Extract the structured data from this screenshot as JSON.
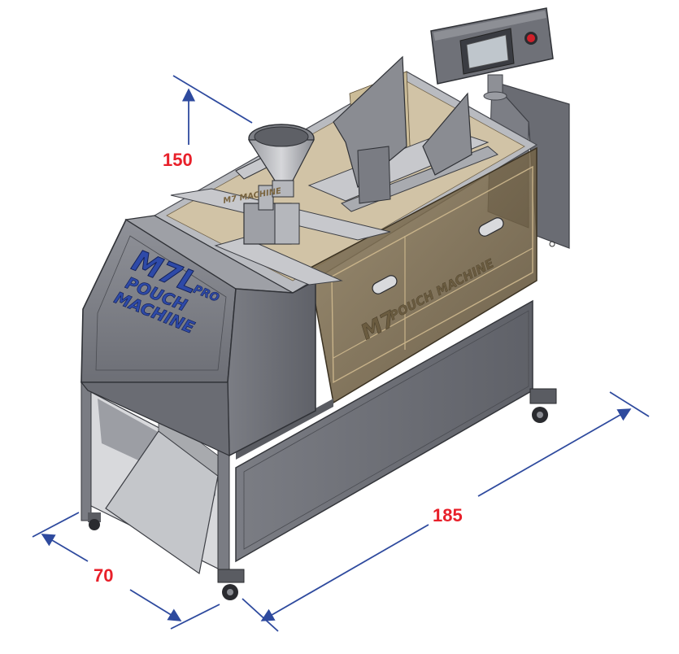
{
  "dimensions": {
    "height": "150",
    "length": "185",
    "depth": "70"
  },
  "branding": {
    "front_logo": "M7L",
    "front_logo_suffix": "PRO",
    "front_logo_line2": "POUCH",
    "front_logo_line3": "MACHINE",
    "window_logo": "M7",
    "window_logo_text": "POUCH MACHINE",
    "hopper_plate_text": "M7 MACHINE"
  },
  "colors": {
    "dimension_line": "#2e4a9e",
    "dimension_label": "#e8202a",
    "logo": "#2e4aa8",
    "frame": "#6e7078",
    "panel": "#8a8c93",
    "window_tint": "#7a6a4e",
    "control_button": "#d0202a"
  }
}
